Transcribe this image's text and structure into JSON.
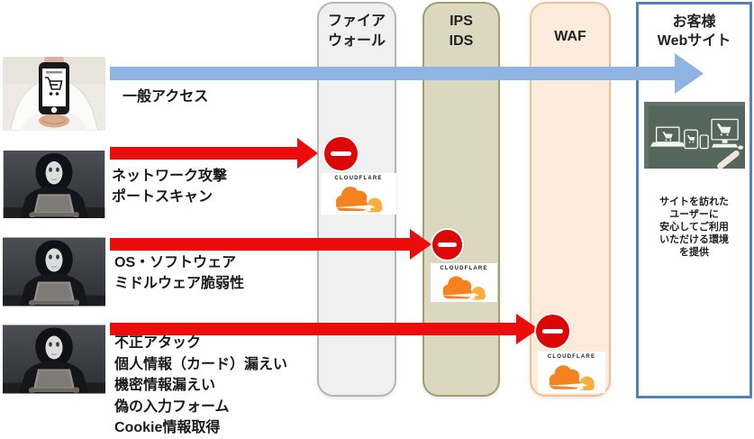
{
  "pillars": [
    {
      "name": "firewall",
      "lines": [
        "ファイア",
        "ウォール"
      ]
    },
    {
      "name": "ips-ids",
      "lines": [
        "IPS",
        "IDS"
      ]
    },
    {
      "name": "waf",
      "lines": [
        "WAF"
      ]
    }
  ],
  "site_box": {
    "title_lines": [
      "お客様",
      "Webサイト"
    ],
    "caption_lines": [
      "サイトを訪れた",
      "ユーザーに",
      "安心してご利用",
      "いただける環境",
      "を提供"
    ]
  },
  "flows": [
    {
      "name": "general-access",
      "blocked": false,
      "label_lines": [
        "一般アクセス"
      ]
    },
    {
      "name": "network-attack",
      "blocked": true,
      "blocked_at": "firewall",
      "label_lines": [
        "ネットワーク攻撃",
        "ポートスキャン"
      ]
    },
    {
      "name": "os-middleware-vulnerability",
      "blocked": true,
      "blocked_at": "ips-ids",
      "label_lines": [
        "OS・ソフトウェア",
        "ミドルウェア脆弱性"
      ]
    },
    {
      "name": "fraud-attack",
      "blocked": true,
      "blocked_at": "waf",
      "label_lines": [
        "不正アタック",
        "個人情報（カード）漏えい",
        "機密情報漏えい",
        "偽の入力フォーム",
        "Cookie情報取得"
      ]
    }
  ],
  "cloudflare": {
    "wordmark": "CLOUDFLARE"
  },
  "colors": {
    "allowed_arrow": "#8fb4e3",
    "blocked_arrow": "#ec0c0c",
    "firewall_fill": "#f1f0f1",
    "firewall_border": "#b7b6ba",
    "ips_ids_fill": "#dbd8bf",
    "ips_ids_border": "#a39e70",
    "waf_fill": "#fdebdc",
    "waf_border": "#f2c096",
    "site_box_border": "#4f81bd",
    "no_entry_red": "#dd0606",
    "cloudflare_orange": "#f6821f",
    "cloudflare_light_orange": "#fbad41"
  }
}
